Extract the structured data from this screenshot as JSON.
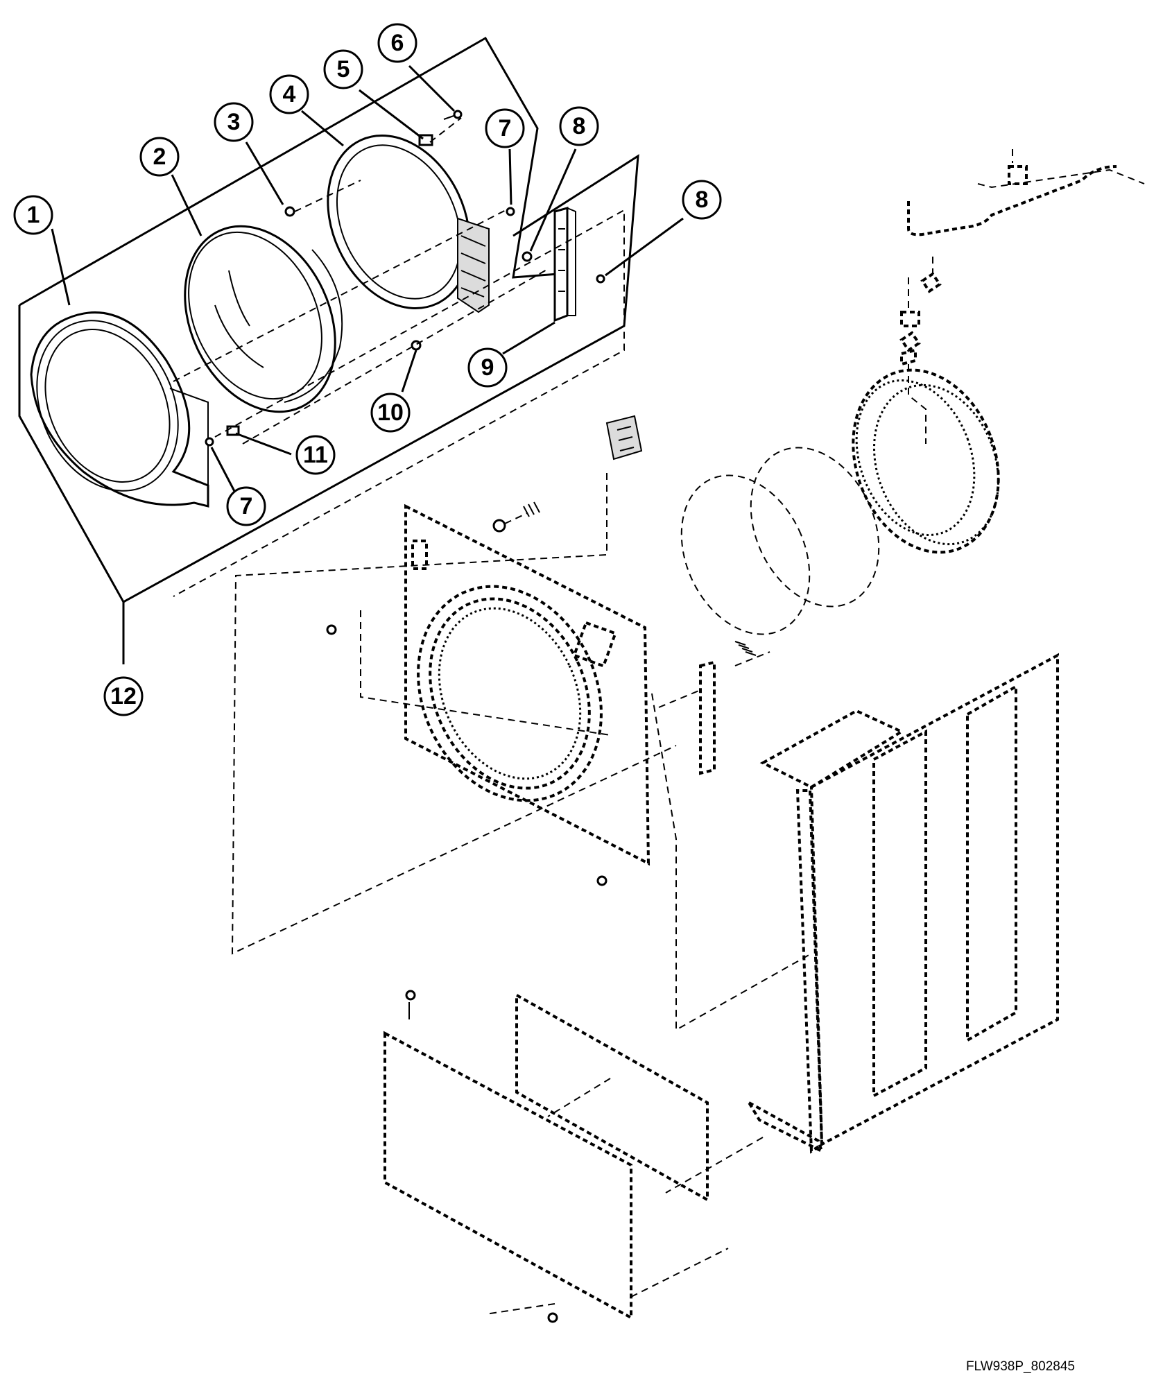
{
  "diagram": {
    "callouts": [
      {
        "number": "1"
      },
      {
        "number": "2"
      },
      {
        "number": "3"
      },
      {
        "number": "4"
      },
      {
        "number": "5"
      },
      {
        "number": "6"
      },
      {
        "number": "7"
      },
      {
        "number": "8"
      },
      {
        "number": "8"
      },
      {
        "number": "9"
      },
      {
        "number": "10"
      },
      {
        "number": "11"
      },
      {
        "number": "7"
      },
      {
        "number": "12"
      }
    ],
    "drawing_id": "FLW938P_802845"
  }
}
